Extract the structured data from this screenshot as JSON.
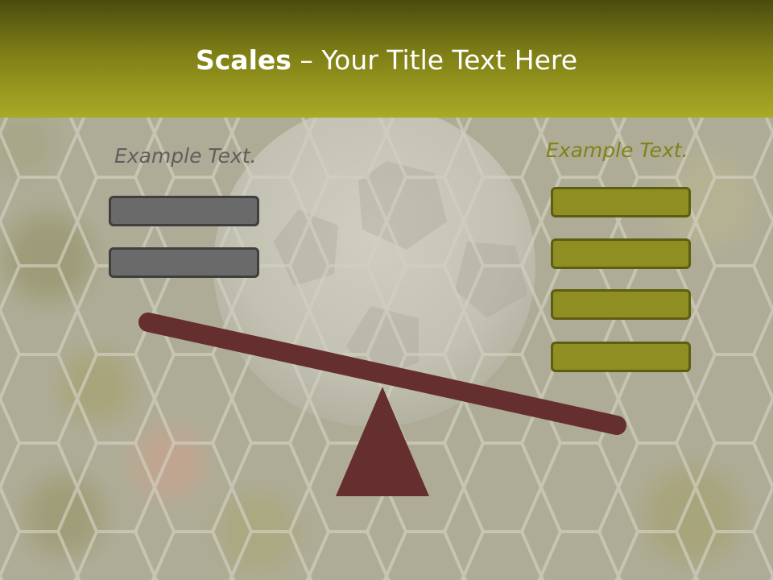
{
  "slide": {
    "title_bold": "Scales",
    "title_rest": " – Your Title Text Here"
  },
  "left_group": {
    "label": "Example Text.",
    "box_count": 2
  },
  "right_group": {
    "label": "Example Text.",
    "box_count": 4
  },
  "colors": {
    "header_top": "#4b4b10",
    "header_bottom": "#a9aa26",
    "left_box_fill": "#6a6a6a",
    "right_box_fill": "#8e8e22",
    "beam_and_fulcrum": "#662f2f",
    "right_label": "#828218",
    "left_label": "#5f5f5f"
  }
}
